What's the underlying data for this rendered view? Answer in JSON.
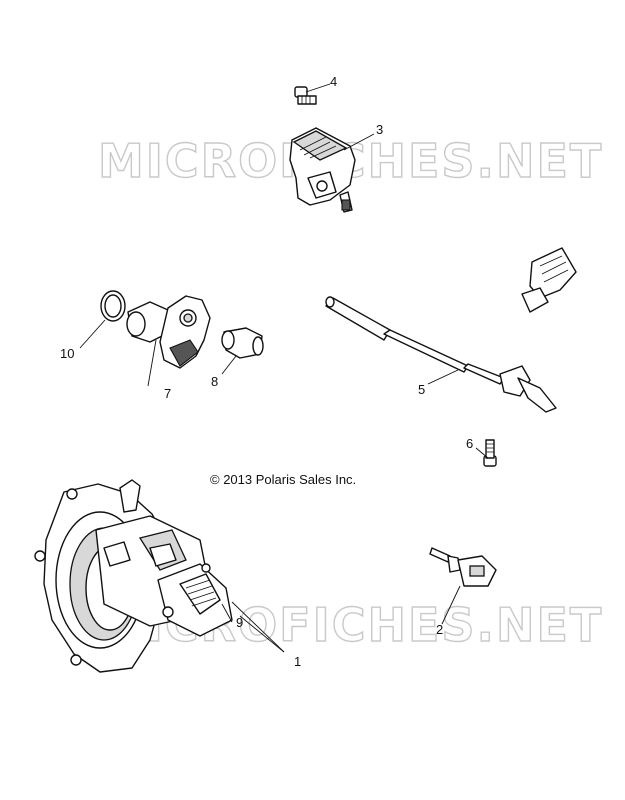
{
  "watermarks": [
    "MICROFICHES.NET",
    "MICROFICHES.NET"
  ],
  "copyright": "© 2013 Polaris Sales Inc.",
  "callouts": [
    "1",
    "2",
    "3",
    "4",
    "5",
    "6",
    "7",
    "8",
    "9",
    "10"
  ]
}
